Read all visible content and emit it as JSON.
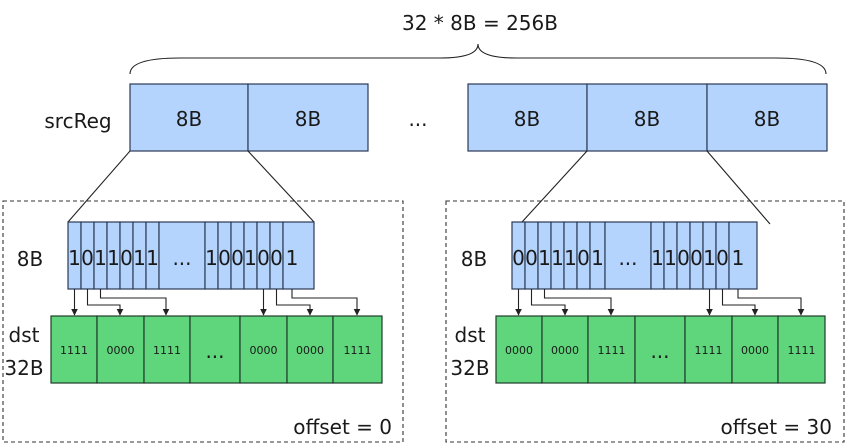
{
  "top_label": "32 * 8B = 256B",
  "src_label": "srcReg",
  "src_blocks": [
    "8B",
    "8B",
    "8B",
    "8B",
    "8B"
  ],
  "src_ellipsis": "...",
  "panels": [
    {
      "row_label": "8B",
      "bits_left": [
        "1",
        "0",
        "1",
        "1",
        "0",
        "1",
        "1"
      ],
      "bits_ellipsis": "...",
      "bits_right": [
        "1",
        "0",
        "0",
        "1",
        "0",
        "0",
        "1"
      ],
      "dst_label_line1": "dst",
      "dst_label_line2": "32B",
      "dst_left": [
        "1111",
        "0000",
        "1111"
      ],
      "dst_ellipsis": "...",
      "dst_right": [
        "0000",
        "0000",
        "1111"
      ],
      "offset_label": "offset = 0"
    },
    {
      "row_label": "8B",
      "bits_left": [
        "0",
        "0",
        "1",
        "1",
        "1",
        "0",
        "1"
      ],
      "bits_ellipsis": "...",
      "bits_right": [
        "1",
        "1",
        "0",
        "0",
        "1",
        "0",
        "1"
      ],
      "dst_label_line1": "dst",
      "dst_label_line2": "32B",
      "dst_left": [
        "0000",
        "0000",
        "1111"
      ],
      "dst_ellipsis": "...",
      "dst_right": [
        "1111",
        "0000",
        "1111"
      ],
      "offset_label": "offset = 30"
    }
  ]
}
